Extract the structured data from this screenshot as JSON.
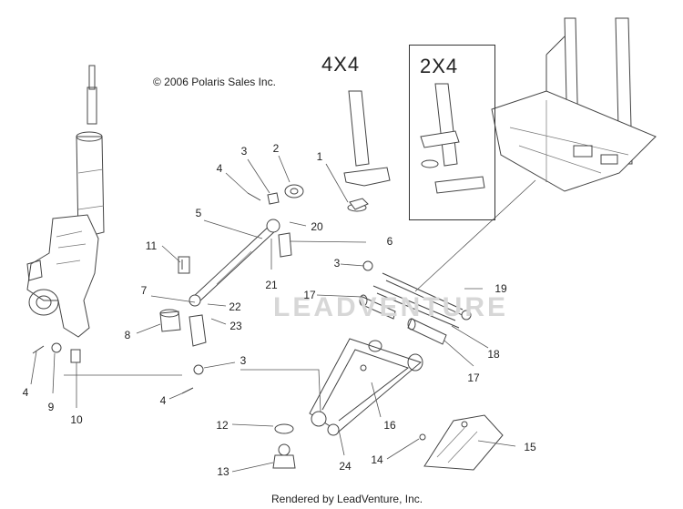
{
  "diagram": {
    "copyright": "© 2006 Polaris Sales Inc.",
    "variant_4x4": "4X4",
    "variant_2x4": "2X4",
    "watermark": "LEADVENTURE",
    "footer": "Rendered by LeadVenture, Inc."
  },
  "callouts": [
    {
      "id": "c1",
      "label": "1"
    },
    {
      "id": "c2",
      "label": "2"
    },
    {
      "id": "c3a",
      "label": "3"
    },
    {
      "id": "c3b",
      "label": "3"
    },
    {
      "id": "c3c",
      "label": "3"
    },
    {
      "id": "c4a",
      "label": "4"
    },
    {
      "id": "c4b",
      "label": "4"
    },
    {
      "id": "c4c",
      "label": "4"
    },
    {
      "id": "c5",
      "label": "5"
    },
    {
      "id": "c6",
      "label": "6"
    },
    {
      "id": "c7",
      "label": "7"
    },
    {
      "id": "c8",
      "label": "8"
    },
    {
      "id": "c9",
      "label": "9"
    },
    {
      "id": "c10",
      "label": "10"
    },
    {
      "id": "c11",
      "label": "11"
    },
    {
      "id": "c12",
      "label": "12"
    },
    {
      "id": "c13",
      "label": "13"
    },
    {
      "id": "c14",
      "label": "14"
    },
    {
      "id": "c15",
      "label": "15"
    },
    {
      "id": "c16",
      "label": "16"
    },
    {
      "id": "c17a",
      "label": "17"
    },
    {
      "id": "c17b",
      "label": "17"
    },
    {
      "id": "c18",
      "label": "18"
    },
    {
      "id": "c19",
      "label": "19"
    },
    {
      "id": "c20",
      "label": "20"
    },
    {
      "id": "c21",
      "label": "21"
    },
    {
      "id": "c22",
      "label": "22"
    },
    {
      "id": "c23",
      "label": "23"
    },
    {
      "id": "c24",
      "label": "24"
    }
  ]
}
